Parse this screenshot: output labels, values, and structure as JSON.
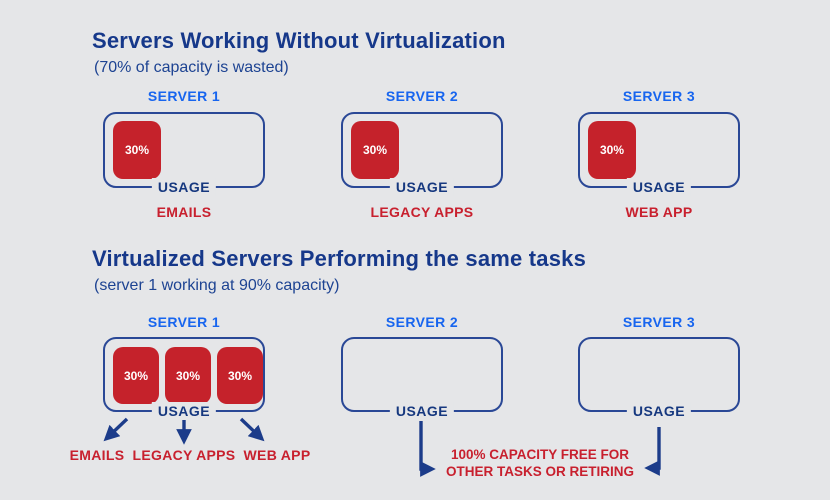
{
  "colors": {
    "background": "#e5e6e8",
    "navy_text": "#16388a",
    "box_border": "#2a4896",
    "server_label_blue": "#1765ef",
    "usage_block_red": "#c5222b",
    "red_text": "#c8202e",
    "block_value_text": "#ffffff"
  },
  "section_without": {
    "title": "Servers Working Without Virtualization",
    "subtitle": "(70% of capacity is wasted)",
    "servers": [
      {
        "name": "SERVER 1",
        "usage": "USAGE",
        "blocks": [
          "30%"
        ],
        "app": "EMAILS"
      },
      {
        "name": "SERVER 2",
        "usage": "USAGE",
        "blocks": [
          "30%"
        ],
        "app": "LEGACY APPS"
      },
      {
        "name": "SERVER 3",
        "usage": "USAGE",
        "blocks": [
          "30%"
        ],
        "app": "WEB APP"
      }
    ]
  },
  "section_virtualized": {
    "title": "Virtualized Servers Performing the same tasks",
    "subtitle": "(server 1 working at 90% capacity)",
    "servers": [
      {
        "name": "SERVER 1",
        "usage": "USAGE",
        "blocks": [
          "30%",
          "30%",
          "30%"
        ],
        "apps": [
          "EMAILS",
          "LEGACY APPS",
          "WEB APP"
        ]
      },
      {
        "name": "SERVER 2",
        "usage": "USAGE"
      },
      {
        "name": "SERVER 3",
        "usage": "USAGE"
      }
    ],
    "note_line1": "100% CAPACITY FREE FOR",
    "note_line2": "OTHER TASKS OR RETIRING"
  }
}
